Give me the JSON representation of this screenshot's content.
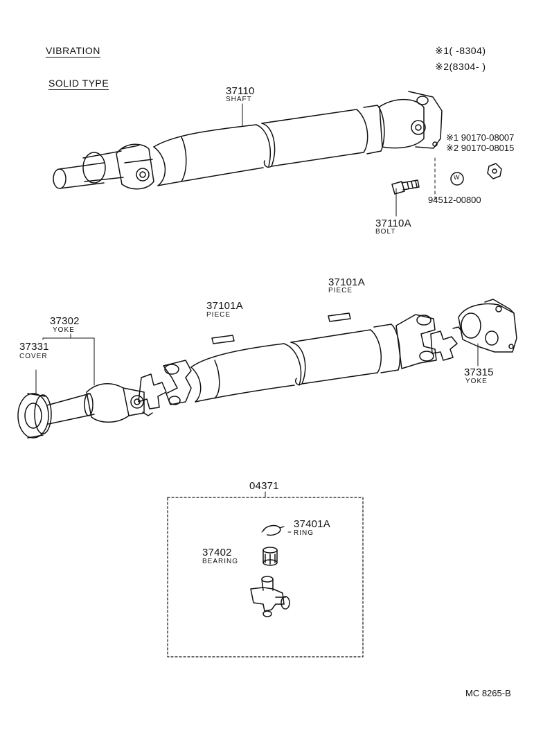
{
  "header": {
    "vibration": "VIBRATION",
    "solid_type": "SOLID TYPE",
    "note1": "※1(      -8304)",
    "note2": "※2(8304-       )"
  },
  "upper_shaft": {
    "shaft_pn": "37110",
    "shaft_name": "SHAFT",
    "nut_pn1": "※1 90170-08007",
    "nut_pn2": "※2 90170-08015",
    "washer_symbol": "W",
    "washer_pn": "94512-00800",
    "bolt_pn": "37110A",
    "bolt_name": "BOLT"
  },
  "lower_shaft": {
    "piece_pn_a": "37101A",
    "piece_name_a": "PIECE",
    "piece_pn_b": "37101A",
    "piece_name_b": "PIECE",
    "yoke_pn_front": "37302",
    "yoke_name_front": "YOKE",
    "cover_pn": "37331",
    "cover_name": "COVER",
    "yoke_pn_rear": "37315",
    "yoke_name_rear": "YOKE"
  },
  "kit": {
    "kit_pn": "04371",
    "ring_pn": "37401A",
    "ring_name": "RING",
    "bearing_pn": "37402",
    "bearing_name": "BEARING"
  },
  "footer": {
    "code": "MC 8265-B"
  }
}
